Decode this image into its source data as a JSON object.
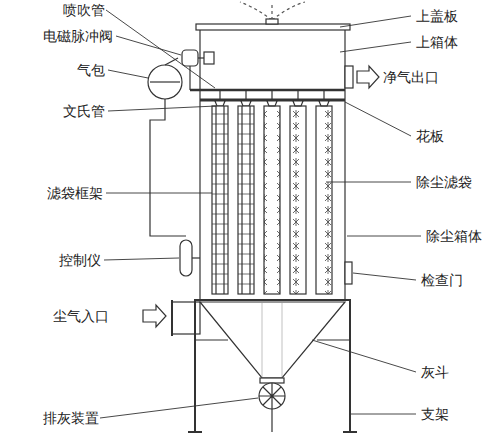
{
  "diagram": {
    "labels": [
      "喷吹管",
      "上盖板",
      "电磁脉冲阀",
      "上箱体",
      "气包",
      "净气出口",
      "文氏管",
      "花板",
      "滤袋框架",
      "除尘滤袋",
      "除尘箱体",
      "控制仪",
      "检查门",
      "尘气入口",
      "灰斗",
      "排灰装置",
      "支架"
    ]
  }
}
